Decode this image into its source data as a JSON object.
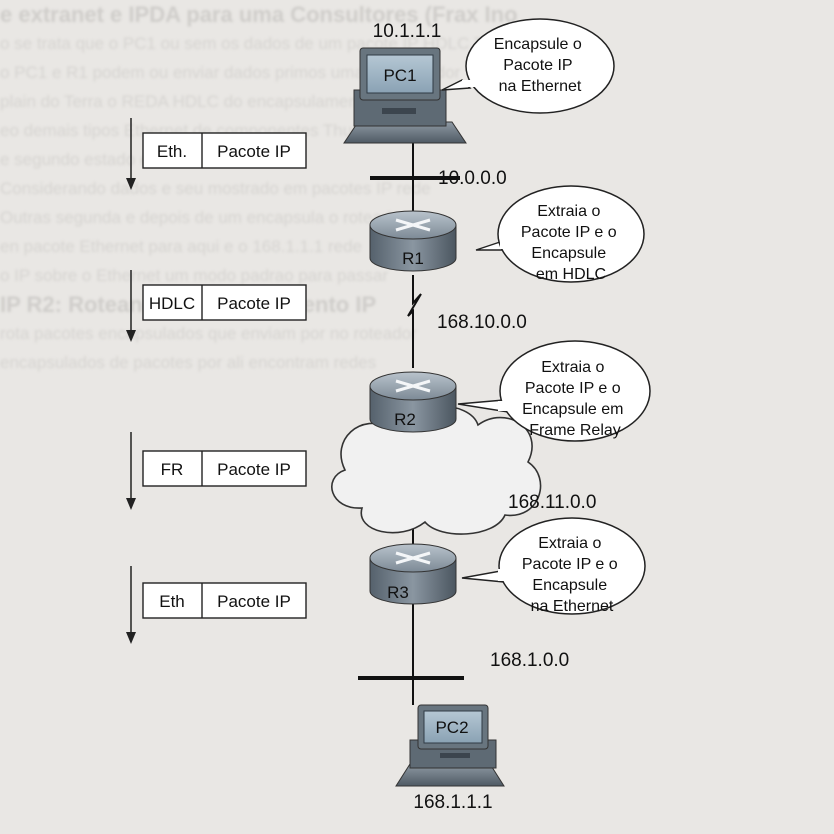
{
  "pc1": {
    "label": "PC1",
    "ip": "10.1.1.1",
    "bubble": [
      "Encapsule o",
      "Pacote IP",
      "na Ethernet"
    ]
  },
  "pc2": {
    "label": "PC2",
    "ip": "168.1.1.1"
  },
  "routers": [
    {
      "label": "R1",
      "bubble": [
        "Extraia o",
        "Pacote IP e o",
        "Encapsule",
        "em HDLC"
      ]
    },
    {
      "label": "R2",
      "bubble": [
        "Extraia o",
        "Pacote IP e o",
        "Encapsule em",
        "Frame Relay"
      ]
    },
    {
      "label": "R3",
      "bubble": [
        "Extraia o",
        "Pacote IP e o",
        "Encapsule",
        "na Ethernet"
      ]
    }
  ],
  "networks": [
    "10.0.0.0",
    "168.10.0.0",
    "168.11.0.0",
    "168.1.0.0"
  ],
  "frames": [
    {
      "header": "Eth.",
      "payload": "Pacote IP"
    },
    {
      "header": "HDLC",
      "payload": "Pacote IP"
    },
    {
      "header": "FR",
      "payload": "Pacote IP"
    },
    {
      "header": "Eth",
      "payload": "Pacote IP"
    }
  ],
  "background_text": [
    "",
    "",
    "",
    "",
    "",
    "",
    "",
    "",
    "         e extranet e IPDA para uma Consultores (Frax Ino",
    "    o se trata que o PC1 ou sem os dados de um pacote IP   HDLC Tabela",
    "    o PC1 e R1 podem ou enviar dados primos uma um roteador",
    "    plain do Terra o REDA HDLC do encapsulamento um",
    "    eo demais tipos Ethernet de componentes Thus 1",
    "    e segundo estado e Bus",
    "",
    "    Considerando dados e seu mostrado em pacotes IP rede",
    "    Outras segunda e depois de um encapsula o roteador",
    "    en pacote Ethernet para aqui e o 168.1.1.1 rede",
    "    o IP sobre o Ethernet um modo padrao para passar",
    "",
    "    IP R2: Roteando encapsulamento IP",
    "",
    "    rota pacotes encapsulados que enviam por no roteador",
    "    encapsulados de pacotes por ali encontram redes"
  ]
}
